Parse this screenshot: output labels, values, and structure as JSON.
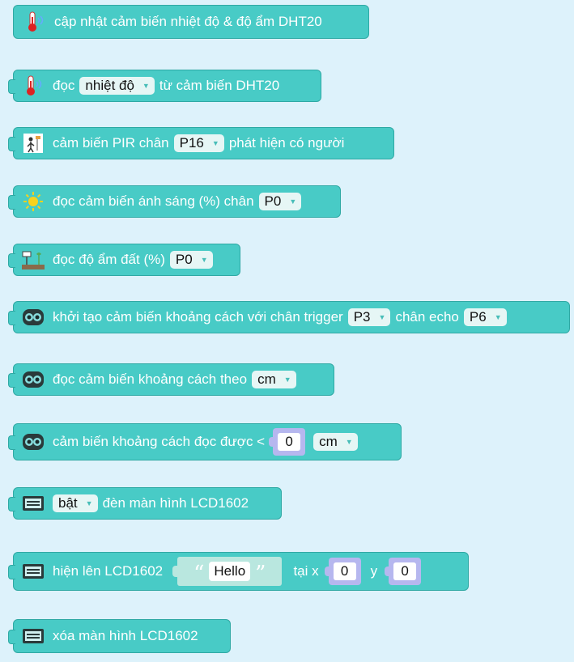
{
  "colors": {
    "block": "#48cbc6",
    "dropdown_bg": "#e6f6f5",
    "number_slot": "#b6b7ef",
    "string_slot": "#b9e7df",
    "background": "#ddf2fb"
  },
  "blocks": {
    "dht_update": {
      "icon": "thermometer-icon",
      "label": "cập nhật cảm biến nhiệt độ & độ ẩm DHT20"
    },
    "dht_read": {
      "icon": "thermometer-icon",
      "prefix": "đọc",
      "dropdown": "nhiệt độ",
      "suffix": "từ cảm biến DHT20"
    },
    "pir": {
      "icon": "pir-sensor-icon",
      "prefix": "cảm biến PIR chân",
      "dropdown": "P16",
      "suffix": "phát hiện có người"
    },
    "light": {
      "icon": "sun-icon",
      "prefix": "đọc cảm biến ánh sáng (%) chân",
      "dropdown": "P0"
    },
    "soil": {
      "icon": "soil-moisture-icon",
      "prefix": "đọc độ ẩm đất (%)",
      "dropdown": "P0"
    },
    "ultra_init": {
      "icon": "ultrasonic-icon",
      "prefix": "khởi tạo cảm biến khoảng cách với chân trigger",
      "dropdown1": "P3",
      "middle": "chân echo",
      "dropdown2": "P6"
    },
    "ultra_read": {
      "icon": "ultrasonic-icon",
      "prefix": "đọc cảm biến khoảng cách theo",
      "dropdown": "cm"
    },
    "ultra_compare": {
      "icon": "ultrasonic-icon",
      "prefix": "cảm biến khoảng cách đọc được <",
      "value": "0",
      "dropdown": "cm"
    },
    "lcd_toggle": {
      "icon": "lcd-icon",
      "dropdown": "bật",
      "suffix": "đèn màn hình LCD1602"
    },
    "lcd_show": {
      "icon": "lcd-icon",
      "prefix": "hiện lên LCD1602",
      "open_quote": "“",
      "text": "Hello",
      "close_quote": "”",
      "x_label": "tại x",
      "x_value": "0",
      "y_label": "y",
      "y_value": "0"
    },
    "lcd_clear": {
      "icon": "lcd-icon",
      "label": "xóa màn hình LCD1602"
    }
  }
}
